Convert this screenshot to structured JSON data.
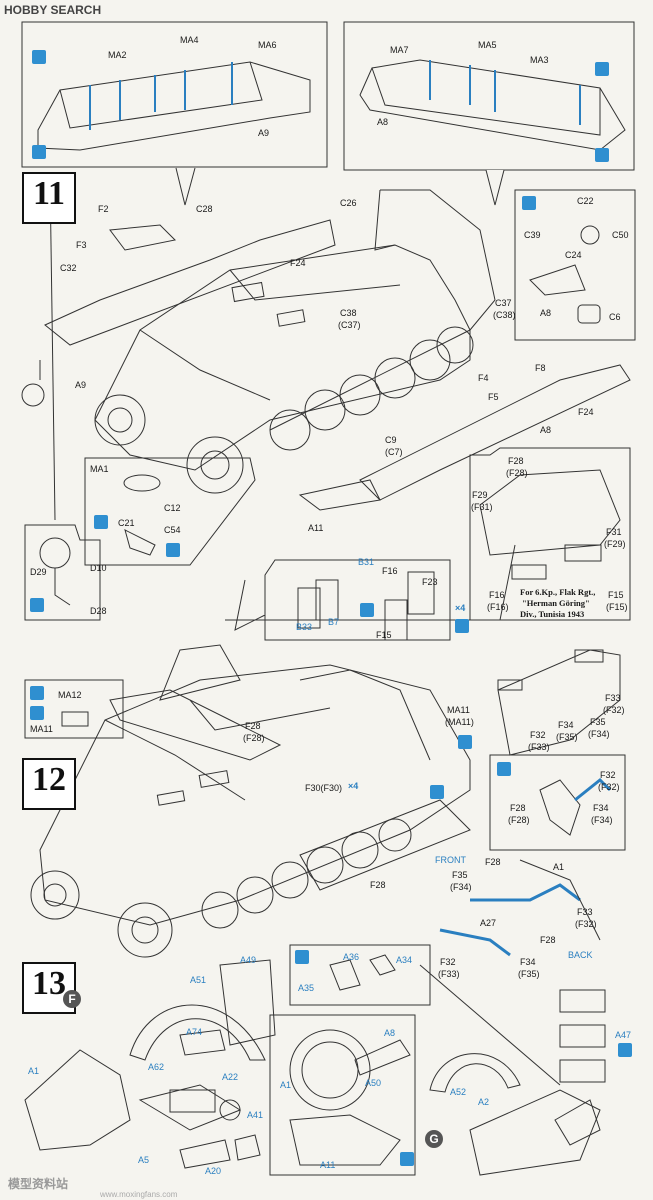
{
  "watermark": {
    "brand_a": "H",
    "brand_b": "OBBY SEARCH",
    "bottom_a": "模型资料站",
    "bottom_b": "www.moxingfans.com"
  },
  "steps": {
    "s11": "11",
    "s12": "12",
    "s13": "13"
  },
  "markers": {
    "f": "F",
    "g": "G"
  },
  "top_left": {
    "ma2": "MA2",
    "ma4": "MA4",
    "ma6": "MA6",
    "a9": "A9"
  },
  "top_right": {
    "ma7": "MA7",
    "ma5": "MA5",
    "ma3": "MA3",
    "a8": "A8"
  },
  "step11": {
    "c28": "C28",
    "c26": "C26",
    "f2": "F2",
    "f3": "F3",
    "f24": "F24",
    "c32": "C32",
    "a9": "A9",
    "c38": "C38",
    "c38b": "(C37)",
    "c37": "C37",
    "c37b": "(C38)",
    "f4": "F4",
    "f5": "F5",
    "f8": "F8",
    "f24b": "F24",
    "a8": "A8",
    "c9": "C9",
    "c9b": "(C7)",
    "a11": "A11",
    "d29": "D29",
    "d10": "D10",
    "d28": "D28"
  },
  "inset_c": {
    "c22": "C22",
    "c39": "C39",
    "c50": "C50",
    "c24": "C24",
    "a8": "A8",
    "c6": "C6"
  },
  "inset_ma1": {
    "ma1": "MA1",
    "c12": "C12",
    "c21": "C21",
    "c54": "C54"
  },
  "inset_f28": {
    "f28": "F28",
    "f28b": "(F28)",
    "f29": "F29",
    "f29b": "(F31)",
    "f31": "F31",
    "f31b": "(F29)",
    "f16": "F16",
    "f16b": "(F16)",
    "f15": "F15",
    "f15b": "(F15)"
  },
  "note": {
    "l1": "For 6.Kp., Flak Rgt.,",
    "l2": "\"Herman Göring\"",
    "l3": "Div., Tunisia 1943"
  },
  "inset_b": {
    "b31": "B31",
    "f16": "F16",
    "f23": "F23",
    "b33": "B33",
    "b7": "B7",
    "f15": "F15",
    "x4": "×4"
  },
  "inset_ma12": {
    "ma12": "MA12",
    "ma11": "MA11"
  },
  "step12": {
    "f28": "F28",
    "f28b": "(F28)",
    "ma11": "MA11",
    "ma11b": "(MA11)",
    "f30": "F30(F30)",
    "x4": "×4",
    "f28c": "F28"
  },
  "right12": {
    "f33": "F33",
    "f33b": "(F32)",
    "f34": "F34",
    "f34b": "(F35)",
    "f35": "F35",
    "f35b": "(F34)",
    "f32": "F32",
    "f32b": "(F33)"
  },
  "inset_f32": {
    "f32": "F32",
    "f32b": "(F32)",
    "f28": "F28",
    "f28b": "(F28)",
    "f34": "F34",
    "f34b": "(F34)"
  },
  "front_back": {
    "front": "FRONT",
    "back": "BACK",
    "f28": "F28",
    "a1": "A1",
    "f35": "F35",
    "f35b": "(F34)",
    "f33": "F33",
    "f33b": "(F32)",
    "a27": "A27",
    "f28b": "F28",
    "f32": "F32",
    "f32b": "(F33)",
    "f34": "F34",
    "f34b": "(F35)"
  },
  "inset_a34": {
    "a36": "A36",
    "a34": "A34",
    "a35": "A35"
  },
  "step13": {
    "a49": "A49",
    "a51": "A51",
    "a74": "A74",
    "a1": "A1",
    "a62": "A62",
    "a22": "A22",
    "a41": "A41",
    "a5": "A5",
    "a20": "A20",
    "a8": "A8",
    "a1b": "A1",
    "a50": "A50",
    "a11": "A11",
    "a52": "A52",
    "a2": "A2",
    "a47": "A47"
  },
  "colors": {
    "accent": "#2a7fc0",
    "line": "#333333",
    "paper": "#f5f4ef"
  }
}
